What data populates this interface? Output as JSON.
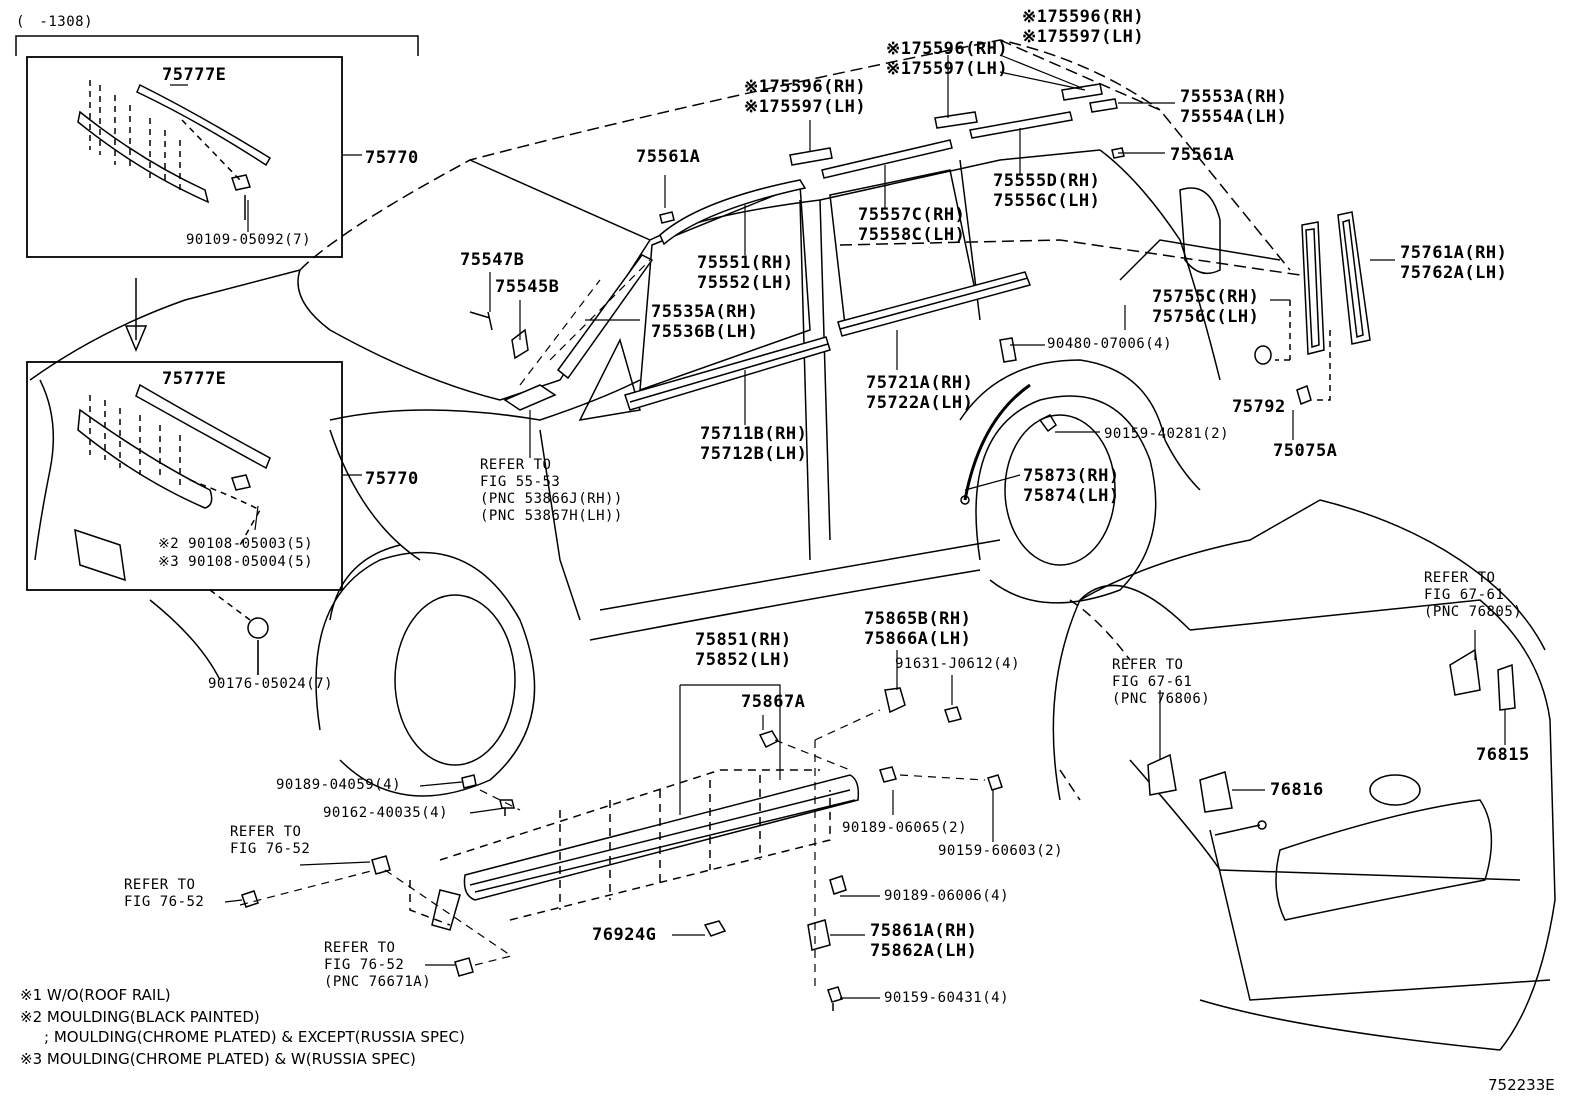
{
  "header_range": "(　-1308)",
  "part_labels": {
    "p75777E_top": "75777E",
    "p75770_top": "75770",
    "p90109": "90109-05092(7)",
    "p75777E_bot": "75777E",
    "p75770_bot": "75770",
    "p90108a": "※2 90108-05003(5)",
    "p90108b": "※3 90108-05004(5)",
    "p90176": "90176-05024(7)",
    "p75596_rh_a": "※175596(RH)",
    "p75597_lh_a": "※175597(LH)",
    "p75596_rh_b": "※175596(RH)",
    "p75597_lh_b": "※175597(LH)",
    "p75596_rh_c": "※175596(RH)",
    "p75597_lh_c": "※175597(LH)",
    "p75553A": "75553A(RH)",
    "p75554A": "75554A(LH)",
    "p75561A_a": "75561A",
    "p75561A_b": "75561A",
    "p75555D": "75555D(RH)",
    "p75556C": "75556C(LH)",
    "p75557C": "75557C(RH)",
    "p75558C": "75558C(LH)",
    "p75551": "75551(RH)",
    "p75552": "75552(LH)",
    "p75547B": "75547B",
    "p75545B": "75545B",
    "p75535A": "75535A(RH)",
    "p75536B": "75536B(LH)",
    "p75761A": "75761A(RH)",
    "p75762A": "75762A(LH)",
    "p75755C": "75755C(RH)",
    "p75756C": "75756C(LH)",
    "p90480": "90480-07006(4)",
    "p75721A": "75721A(RH)",
    "p75722A": "75722A(LH)",
    "p75711B": "75711B(RH)",
    "p75712B": "75712B(LH)",
    "p75792": "75792",
    "p75075A": "75075A",
    "p90159_40281": "90159-40281(2)",
    "p75873": "75873(RH)",
    "p75874": "75874(LH)",
    "p75865B": "75865B(RH)",
    "p75866A": "75866A(LH)",
    "p91631": "91631-J0612(4)",
    "p75851": "75851(RH)",
    "p75852": "75852(LH)",
    "p75867A": "75867A",
    "p90189_04059": "90189-04059(4)",
    "p90162": "90162-40035(4)",
    "p90189_06065": "90189-06065(2)",
    "p90159_60603": "90159-60603(2)",
    "p90189_06006": "90189-06006(4)",
    "p75861A": "75861A(RH)",
    "p75862A": "75862A(LH)",
    "p90159_60431": "90159-60431(4)",
    "p76924G": "76924G",
    "p76816": "76816",
    "p76815": "76815"
  },
  "refer_labels": {
    "r1_l1": "REFER TO",
    "r1_l2": "FIG 55-53",
    "r1_l3": "(PNC 53866J(RH))",
    "r1_l4": "(PNC 53867H(LH))",
    "r2_l1": "REFER TO",
    "r2_l2": "FIG 67-61",
    "r2_l3": "(PNC 76805)",
    "r3_l1": "REFER TO",
    "r3_l2": "FIG 67-61",
    "r3_l3": "(PNC 76806)",
    "r4_l1": "REFER TO",
    "r4_l2": "FIG 76-52",
    "r5_l1": "REFER TO",
    "r5_l2": "FIG 76-52",
    "r6_l1": "REFER TO",
    "r6_l2": "FIG 76-52",
    "r6_l3": "(PNC 76671A)"
  },
  "notes": {
    "n1": "※1 W/O(ROOF RAIL)",
    "n2a": "※2 MOULDING(BLACK PAINTED)",
    "n2b": "; MOULDING(CHROME PLATED) & EXCEPT(RUSSIA SPEC)",
    "n3": "※3 MOULDING(CHROME PLATED) & W(RUSSIA SPEC)"
  },
  "diagram_id": "752233E"
}
